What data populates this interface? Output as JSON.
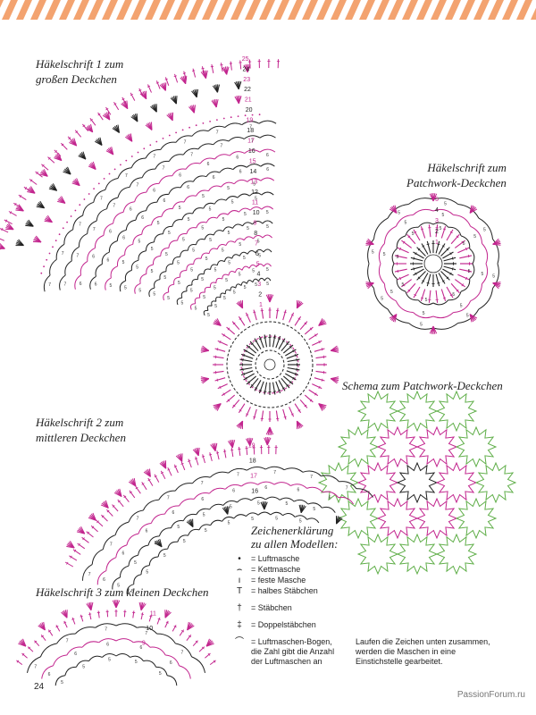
{
  "colors": {
    "magenta": "#c2258e",
    "black": "#222222",
    "green": "#5fae48",
    "stripe_orange": "#f3a370",
    "stripe_white": "#ffffff"
  },
  "captions": {
    "chart1": [
      "Häkelschrift 1 zum",
      "großen Deckchen"
    ],
    "chart_patchwork": [
      "Häkelschrift zum",
      "Patchwork-Deckchen"
    ],
    "schema": [
      "Schema zum Patchwork-Deckchen"
    ],
    "chart2": [
      "Häkelschrift 2 zum",
      "mittleren Deckchen"
    ],
    "chart3": [
      "Häkelschrift 3 zum kleinen Deckchen"
    ]
  },
  "chart1_round_numbers": [
    "25",
    "24",
    "23",
    "22",
    "21",
    "20",
    "19",
    "18",
    "17",
    "16",
    "15",
    "14",
    "13",
    "12",
    "11",
    "10",
    "9",
    "8",
    "7",
    "6",
    "5",
    "4",
    "3",
    "2",
    "1"
  ],
  "chart2_round_numbers": [
    "19",
    "18",
    "17",
    "16"
  ],
  "chart3_round_numbers": [
    "11",
    "10",
    "9"
  ],
  "patchwork_round_numbers": [
    "5",
    "4",
    "3",
    "2",
    "1"
  ],
  "arc_chain_counts": [
    "7",
    "6",
    "5",
    "4",
    "3"
  ],
  "legend": {
    "title": [
      "Zeichenerklärung",
      "zu allen Modellen:"
    ],
    "items": [
      {
        "symbol": "•",
        "label": "= Luftmasche"
      },
      {
        "symbol": "⌢",
        "label": "= Kettmasche"
      },
      {
        "symbol": "ı",
        "label": "= feste Masche"
      },
      {
        "symbol": "T",
        "label": "= halbes Stäbchen"
      },
      {
        "symbol": "†",
        "label": "= Stäbchen"
      },
      {
        "symbol": "‡",
        "label": "= Doppelstäbchen"
      },
      {
        "symbol": "⌒",
        "label": "= Luftmaschen-Bogen, die Zahl gibt die Anzahl der Luftmaschen an"
      }
    ]
  },
  "note": "Laufen die Zeichen unten zusammen, werden die Maschen in eine Einstichstelle gearbeitet.",
  "page_number": "24",
  "watermark": "PassionForum.ru",
  "chart_data": [
    {
      "type": "crochet-diagram",
      "name_ref": "chart1",
      "rounds": 25,
      "arc_rows": [
        {
          "radius": 220,
          "label": "7",
          "color": "black"
        },
        {
          "radius": 204,
          "label": "7",
          "color": "black"
        },
        {
          "radius": 188,
          "label": "6",
          "color": "magenta"
        },
        {
          "radius": 172,
          "label": "6",
          "color": "black"
        },
        {
          "radius": 156,
          "label": "5",
          "color": "magenta"
        },
        {
          "radius": 140,
          "label": "5",
          "color": "black"
        },
        {
          "radius": 124,
          "label": "5",
          "color": "magenta"
        },
        {
          "radius": 108,
          "label": "5",
          "color": "black"
        },
        {
          "radius": 92,
          "label": "5",
          "color": "magenta"
        },
        {
          "radius": 76,
          "label": "5",
          "color": "black"
        },
        {
          "radius": 60,
          "label": "5",
          "color": "magenta"
        },
        {
          "radius": 44,
          "label": "5",
          "color": "black"
        }
      ]
    },
    {
      "type": "crochet-diagram",
      "name_ref": "chart_patchwork",
      "rounds": 5,
      "arc_rows": [
        {
          "radius": 30,
          "label": "5",
          "color": "black"
        },
        {
          "radius": 45,
          "label": "5",
          "color": "magenta"
        },
        {
          "radius": 58,
          "label": "5",
          "color": "black"
        }
      ]
    },
    {
      "type": "crochet-diagram",
      "name_ref": "chart2",
      "rounds": 19,
      "arc_rows": [
        {
          "radius": 235,
          "label": "7",
          "color": "black"
        },
        {
          "radius": 218,
          "label": "6",
          "color": "magenta"
        },
        {
          "radius": 201,
          "label": "5",
          "color": "black"
        },
        {
          "radius": 184,
          "label": "5",
          "color": "black"
        }
      ]
    },
    {
      "type": "crochet-diagram",
      "name_ref": "chart3",
      "rounds": 11,
      "arc_rows": [
        {
          "radius": 120,
          "label": "7",
          "color": "black"
        },
        {
          "radius": 103,
          "label": "6",
          "color": "magenta"
        },
        {
          "radius": 86,
          "label": "5",
          "color": "black"
        }
      ]
    },
    {
      "type": "motif-schema",
      "name_ref": "schema",
      "motifs": [
        {
          "col": -1,
          "row": -2,
          "color": "green"
        },
        {
          "col": 0,
          "row": -2,
          "color": "green"
        },
        {
          "col": 1,
          "row": -2,
          "color": "green"
        },
        {
          "col": -1.5,
          "row": -1,
          "color": "green"
        },
        {
          "col": -0.5,
          "row": -1,
          "color": "magenta"
        },
        {
          "col": 0.5,
          "row": -1,
          "color": "magenta"
        },
        {
          "col": 1.5,
          "row": -1,
          "color": "green"
        },
        {
          "col": -2,
          "row": 0,
          "color": "green"
        },
        {
          "col": -1,
          "row": 0,
          "color": "magenta"
        },
        {
          "col": 0,
          "row": 0,
          "color": "black"
        },
        {
          "col": 1,
          "row": 0,
          "color": "magenta"
        },
        {
          "col": 2,
          "row": 0,
          "color": "green"
        },
        {
          "col": -1.5,
          "row": 1,
          "color": "green"
        },
        {
          "col": -0.5,
          "row": 1,
          "color": "magenta"
        },
        {
          "col": 0.5,
          "row": 1,
          "color": "magenta"
        },
        {
          "col": 1.5,
          "row": 1,
          "color": "green"
        },
        {
          "col": -1,
          "row": 2,
          "color": "green"
        },
        {
          "col": 0,
          "row": 2,
          "color": "green"
        },
        {
          "col": 1,
          "row": 2,
          "color": "green"
        }
      ]
    }
  ]
}
